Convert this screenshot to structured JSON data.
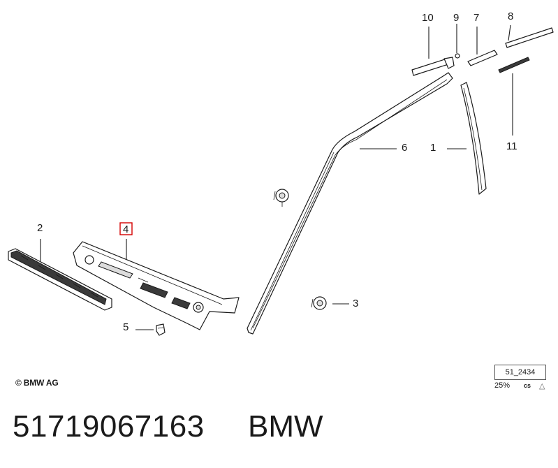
{
  "callouts": [
    {
      "id": "c1",
      "label": "1"
    },
    {
      "id": "c2",
      "label": "2"
    },
    {
      "id": "c3",
      "label": "3"
    },
    {
      "id": "c4",
      "label": "4",
      "highlighted": true
    },
    {
      "id": "c5",
      "label": "5"
    },
    {
      "id": "c6",
      "label": "6"
    },
    {
      "id": "c7",
      "label": "7"
    },
    {
      "id": "c8",
      "label": "8"
    },
    {
      "id": "c9",
      "label": "9"
    },
    {
      "id": "c10",
      "label": "10"
    },
    {
      "id": "c11",
      "label": "11"
    }
  ],
  "footer": {
    "copyright": "© BMW AG",
    "reference_code": "51_2434",
    "scale": "25%",
    "scale_code": "cs",
    "scale_mark": "△"
  },
  "caption": {
    "part_number": "51719067163",
    "brand": "BMW"
  },
  "colors": {
    "highlight": "#d40000",
    "line": "#1a1a1a"
  }
}
